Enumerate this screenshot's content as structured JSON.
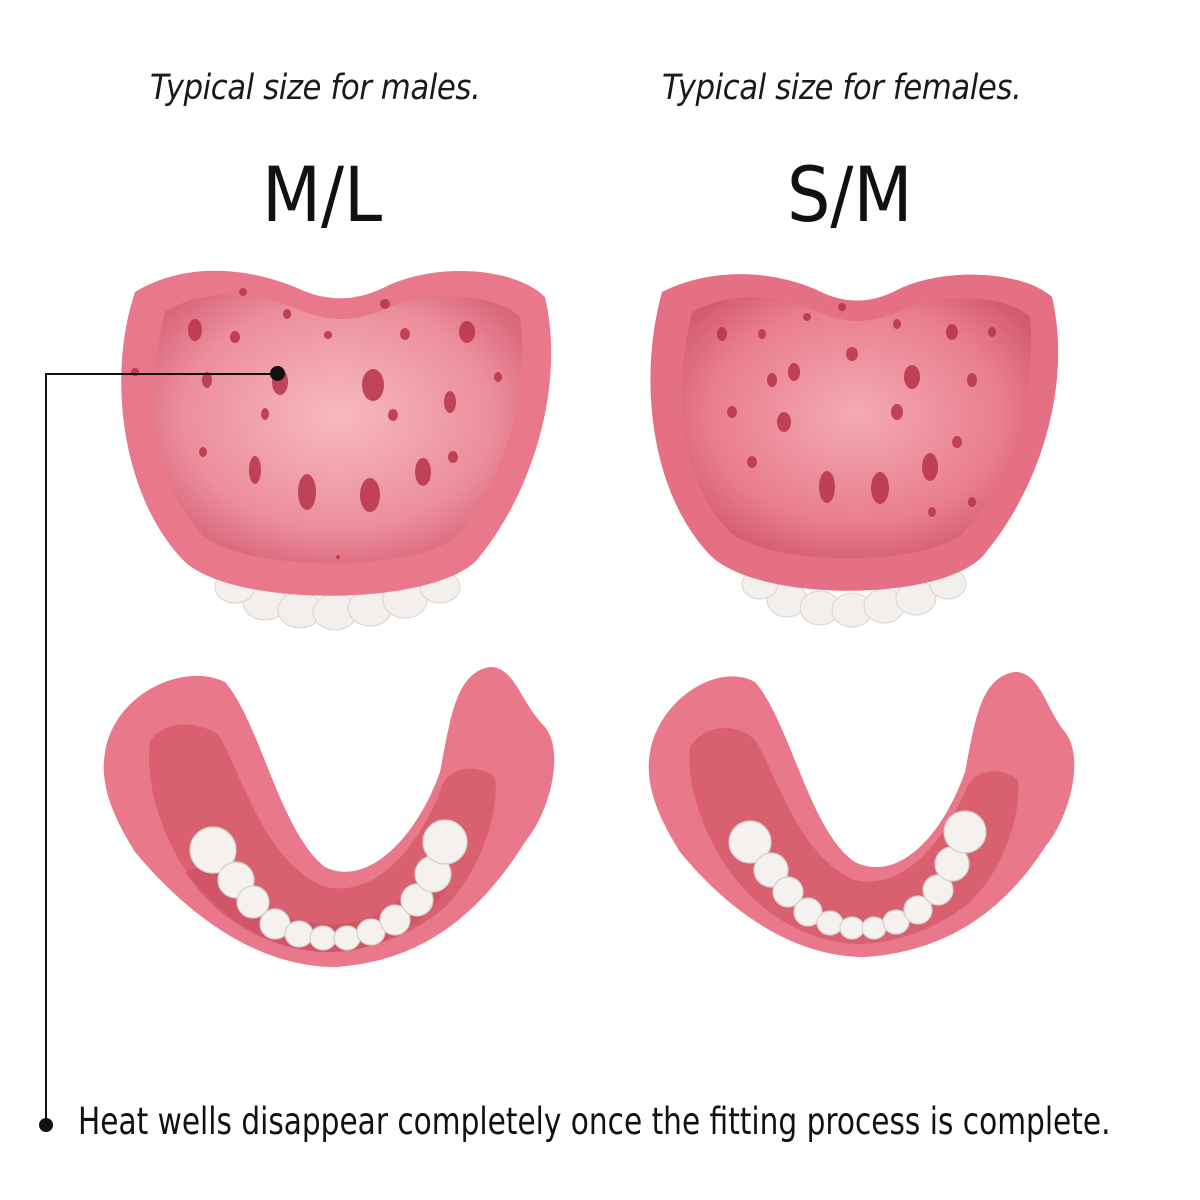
{
  "columns": [
    {
      "subtitle": "Typical size for males.",
      "size_label": "M/L",
      "upper_tray": "upper-denture-tray-ml",
      "lower_tray": "lower-denture-tray-ml"
    },
    {
      "subtitle": "Typical size for females.",
      "size_label": "S/M",
      "upper_tray": "upper-denture-tray-sm",
      "lower_tray": "lower-denture-tray-sm"
    }
  ],
  "callout": {
    "text": "Heat wells disappear completely once the fitting process is complete.",
    "target": "heat-well"
  },
  "colors": {
    "gum_pink": "#e8788a",
    "gum_light": "#f3a3ae",
    "gum_dark": "#c9485e",
    "hole": "#b8334a",
    "tooth": "#f4f1ee",
    "text": "#111111",
    "background": "#ffffff"
  }
}
